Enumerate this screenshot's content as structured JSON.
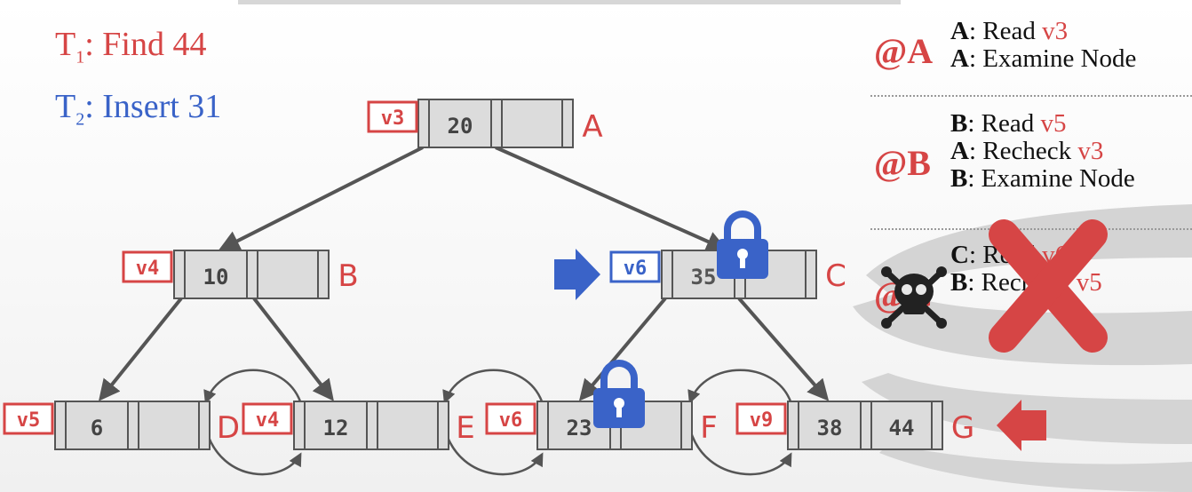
{
  "transactions": {
    "t1": {
      "label": "T",
      "sub": "1",
      "text": ": Find 44"
    },
    "t2": {
      "label": "T",
      "sub": "2",
      "text": ": Insert 31"
    }
  },
  "nodes": {
    "A": {
      "name": "A",
      "version": "v3",
      "keys": [
        "20",
        ""
      ]
    },
    "B": {
      "name": "B",
      "version": "v4",
      "keys": [
        "10",
        ""
      ]
    },
    "C": {
      "name": "C",
      "version": "v6",
      "keys": [
        "35",
        ""
      ]
    },
    "D": {
      "name": "D",
      "version": "v5",
      "keys": [
        "6",
        ""
      ]
    },
    "E": {
      "name": "E",
      "version": "v4",
      "keys": [
        "12",
        ""
      ]
    },
    "F": {
      "name": "F",
      "version": "v6",
      "keys": [
        "23",
        ""
      ]
    },
    "G": {
      "name": "G",
      "version": "v9",
      "keys": [
        "38",
        "44"
      ]
    }
  },
  "log": [
    {
      "step": "@A",
      "lines": [
        {
          "node": "A",
          "action": ": Read ",
          "version": "v3"
        },
        {
          "node": "A",
          "action": ": Examine Node",
          "version": ""
        }
      ]
    },
    {
      "step": "@B",
      "lines": [
        {
          "node": "B",
          "action": ": Read ",
          "version": "v5"
        },
        {
          "node": "A",
          "action": ": Recheck ",
          "version": "v3"
        },
        {
          "node": "B",
          "action": ": Examine Node",
          "version": ""
        }
      ]
    },
    {
      "step": "@C",
      "lines": [
        {
          "node": "C",
          "action": ": Read ",
          "version": "v6"
        },
        {
          "node": "B",
          "action": ": Recheck ",
          "version": "v5"
        }
      ]
    }
  ],
  "colors": {
    "red": "#d64545",
    "blue": "#3a63c8",
    "node_fill": "#dcdcdc",
    "edge": "#555555"
  },
  "icons": [
    "lock-icon",
    "right-arrow-icon",
    "left-arrow-icon",
    "skull-crossbones-icon",
    "x-mark-icon",
    "database-icon"
  ]
}
